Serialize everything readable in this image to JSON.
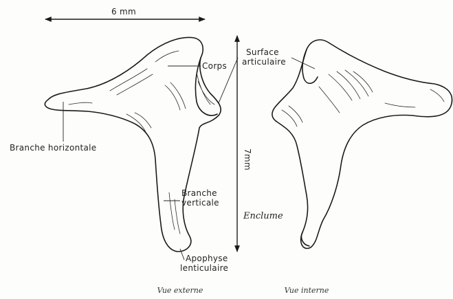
{
  "labels": {
    "dim_horizontal": "6 mm",
    "dim_vertical": "7mm",
    "corps": "Corps",
    "surface_line1": "Surface",
    "surface_line2": "articulaire",
    "branche_horizontale": "Branche horizontale",
    "branche_verticale_line1": "Branche",
    "branche_verticale_line2": "verticale",
    "enclume": "Enclume",
    "apophyse_line1": "Apophyse",
    "apophyse_line2": "lenticulaire"
  },
  "captions": {
    "left": "Vue externe",
    "right": "Vue interne"
  },
  "colors": {
    "ink": "#1a1a1a",
    "paper": "#fdfdfc"
  }
}
